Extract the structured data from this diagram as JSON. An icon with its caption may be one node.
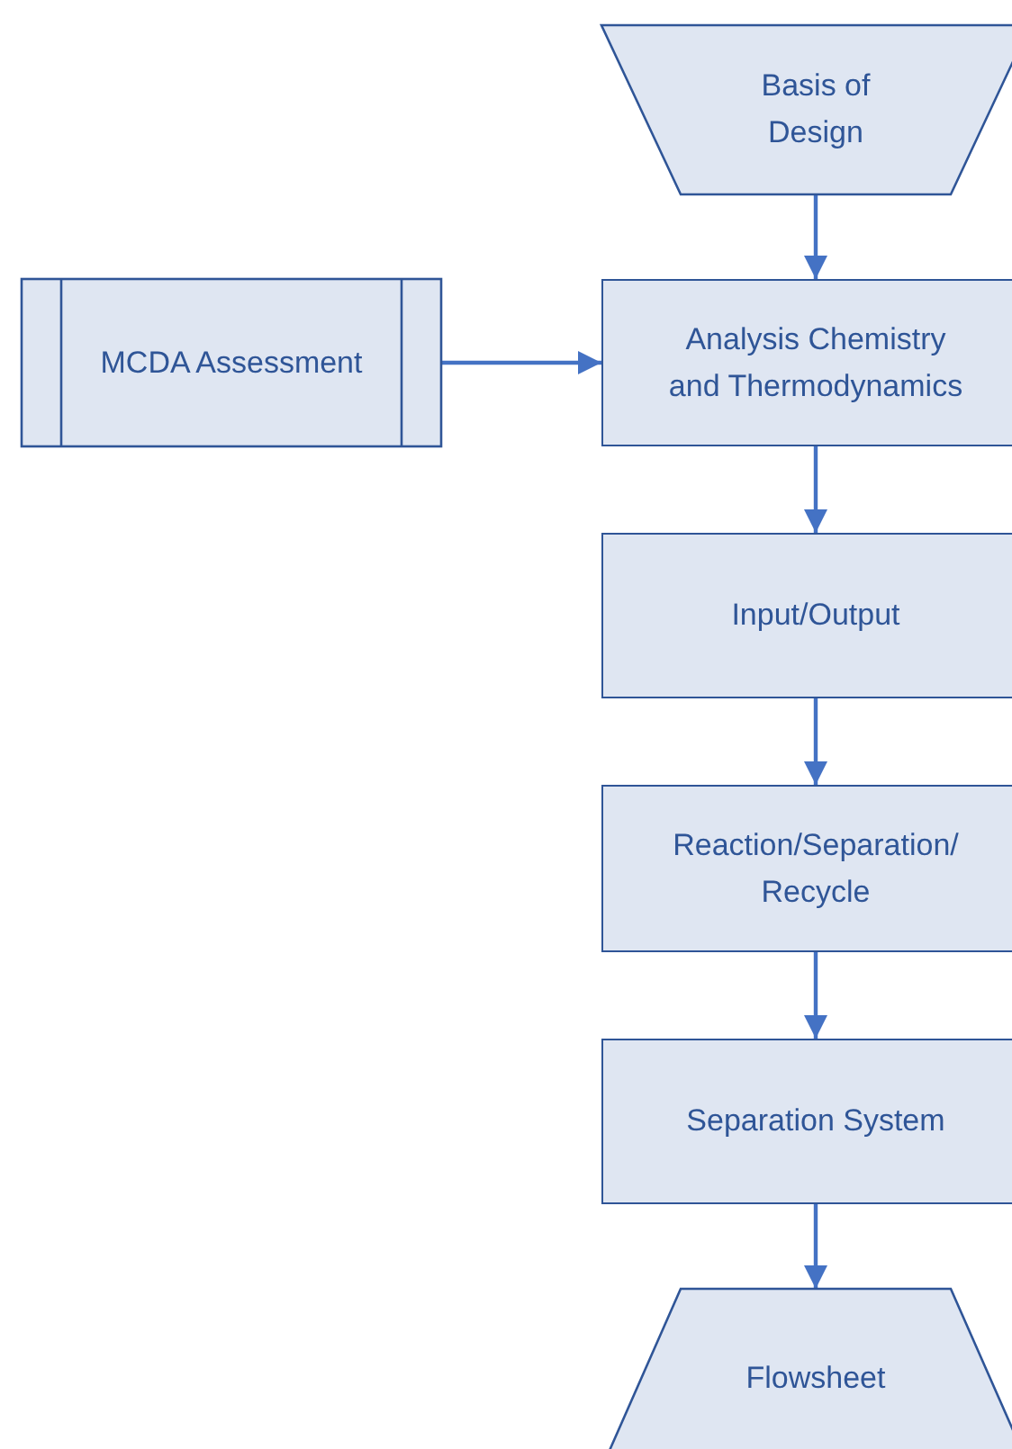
{
  "diagram": {
    "nodes": [
      {
        "text": [
          "Basis of Design"
        ]
      },
      {
        "text": [
          "MCDA Assessment"
        ]
      },
      {
        "text": [
          "Analysis Chemistry and Thermodynamics"
        ]
      },
      {
        "text": [
          "Input/Output"
        ]
      },
      {
        "text": [
          "Reaction/Separation/ Recycle"
        ]
      },
      {
        "text": [
          "Separation System"
        ]
      },
      {
        "text": [
          "Flowsheet"
        ]
      }
    ],
    "edges": [
      {
        "from": 0,
        "to": 2,
        "arrow": "to"
      },
      {
        "from": 1,
        "to": 2,
        "arrow": "to"
      },
      {
        "from": 2,
        "to": 3,
        "arrow": "to"
      },
      {
        "from": 3,
        "to": 4,
        "arrow": "to"
      },
      {
        "from": 4,
        "to": 5,
        "arrow": "to"
      },
      {
        "from": 5,
        "to": 6,
        "arrow": "to"
      }
    ]
  }
}
